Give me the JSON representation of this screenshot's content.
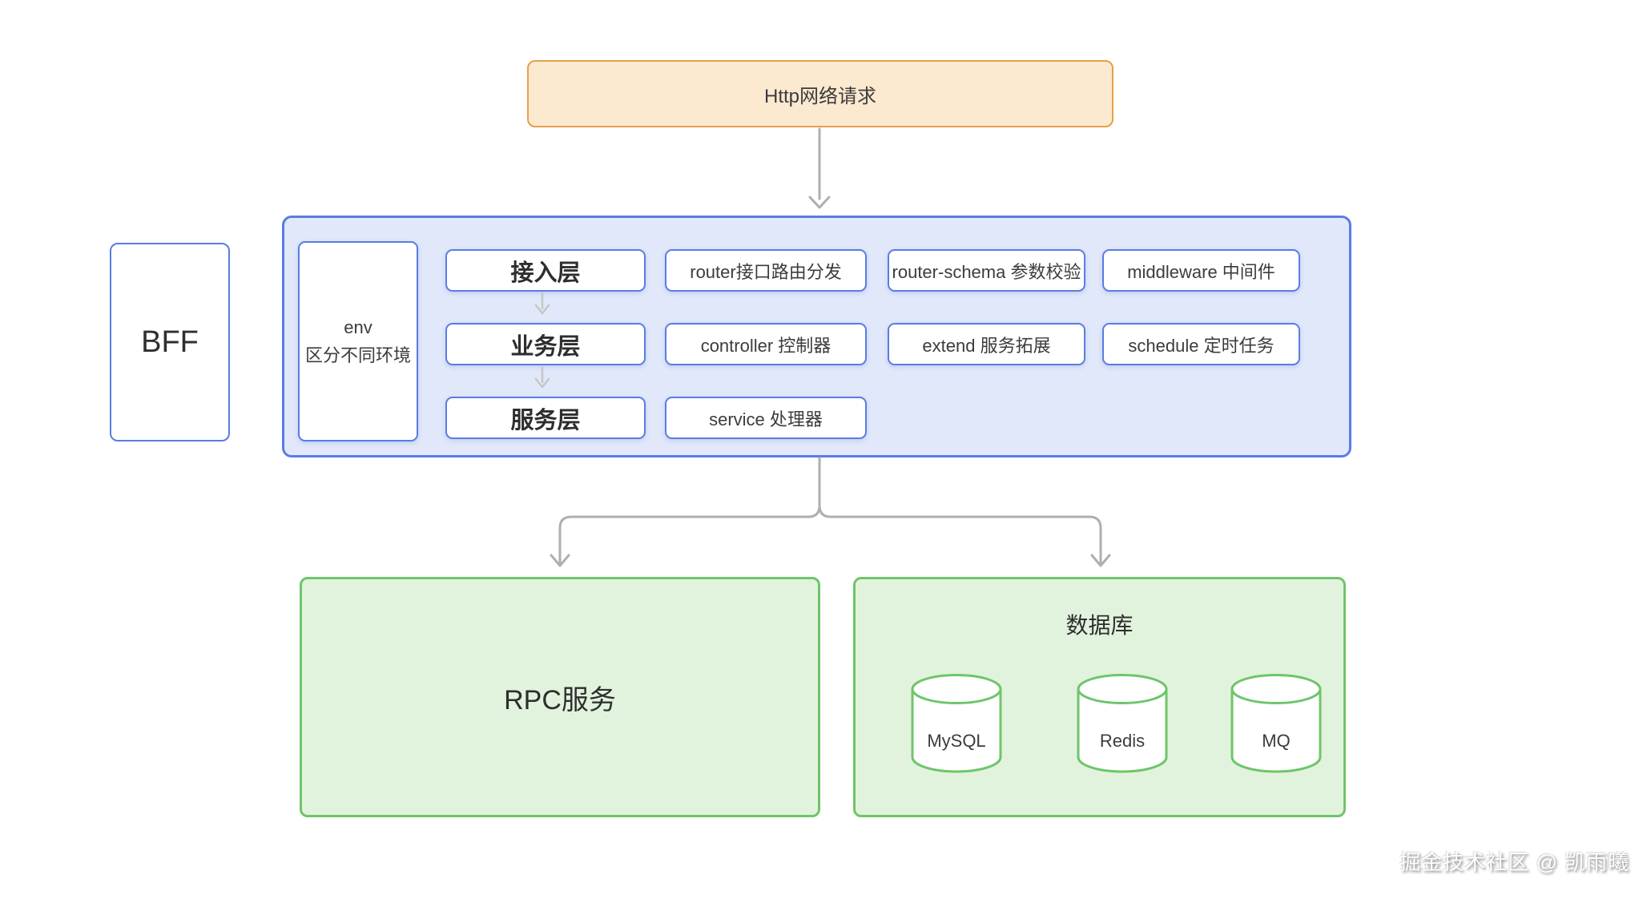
{
  "nodes": {
    "http_request": "Http网络请求",
    "bff": "BFF",
    "env": {
      "line1": "env",
      "line2": "区分不同环境"
    },
    "layers": [
      "接入层",
      "业务层",
      "服务层"
    ],
    "features": {
      "router": "router接口路由分发",
      "controller": "controller 控制器",
      "service": "service 处理器",
      "router_schema": "router-schema 参数校验",
      "extend": "extend 服务拓展",
      "middleware": "middleware 中间件",
      "schedule": "schedule 定时任务"
    },
    "rpc": "RPC服务",
    "database": {
      "title": "数据库",
      "stores": [
        "MySQL",
        "Redis",
        "MQ"
      ]
    }
  },
  "watermark": "掘金技术社区 @ 凯雨曦",
  "colors": {
    "orange_border": "#e5a049",
    "orange_fill": "#fbe9d0",
    "blue_border": "#5a7ce2",
    "blue_container_fill": "#e1e8fa",
    "green_border": "#6fc56a",
    "green_fill": "#e2f3dd",
    "arrow_gray": "#afafaf",
    "text_dark": "#3c3c3c"
  }
}
